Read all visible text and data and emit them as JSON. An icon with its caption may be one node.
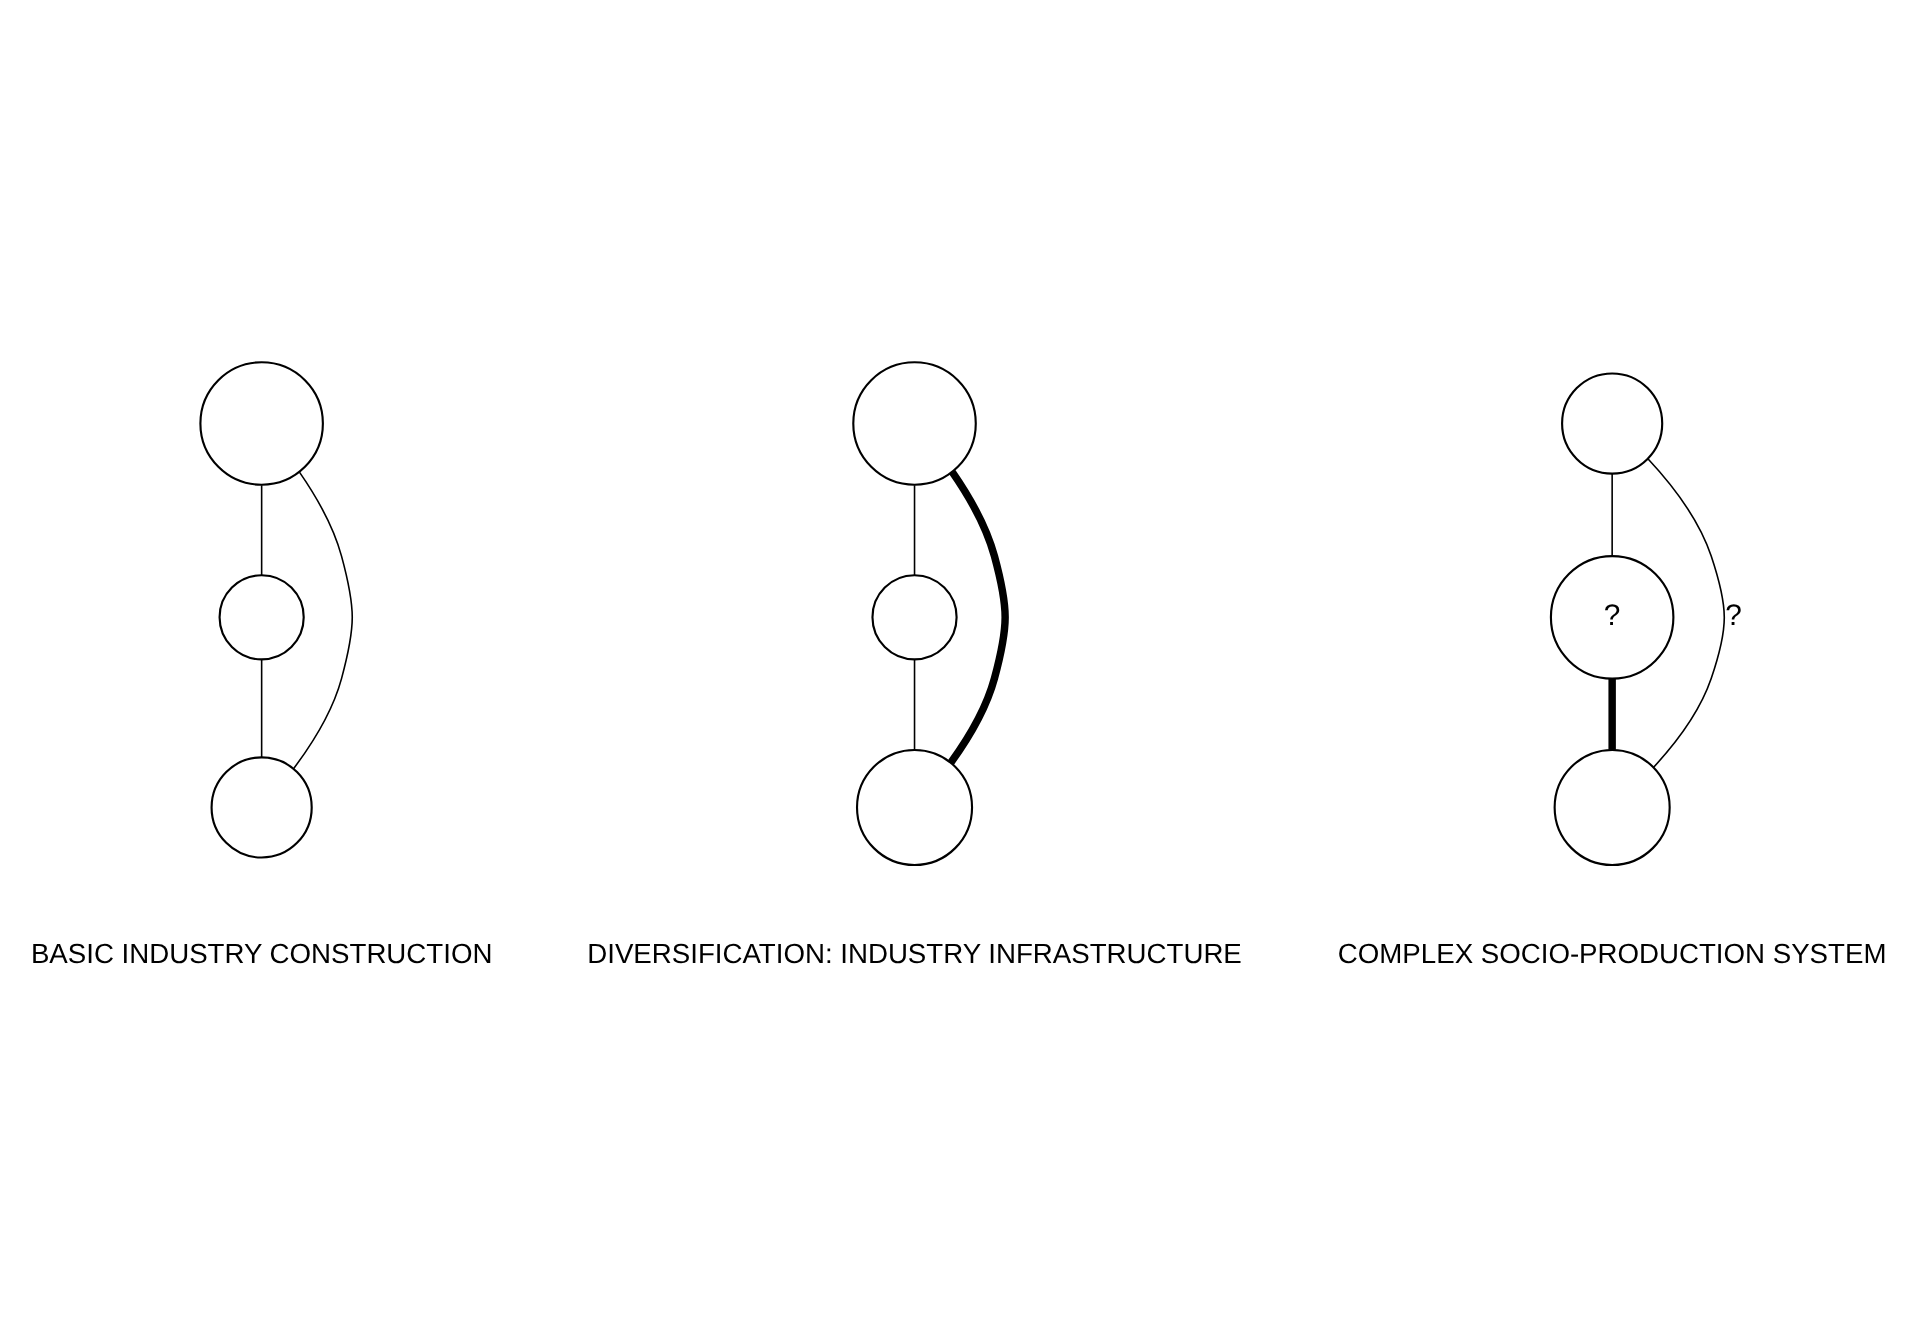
{
  "diagram": {
    "nodes": [
      {
        "text": [],
        "shape": "circle"
      },
      {
        "text": [],
        "shape": "circle"
      },
      {
        "text": [],
        "shape": "circle",
        "beside": [
          "BASIC INDUSTRY CONSTRUCTION"
        ]
      },
      {
        "text": [],
        "shape": "circle"
      },
      {
        "text": [],
        "shape": "circle"
      },
      {
        "text": [],
        "shape": "circle",
        "beside": [
          "DIVERSIFICATION: INDUSTRY INFRASTRUCTURE"
        ]
      },
      {
        "text": [],
        "shape": "circle"
      },
      {
        "text": [
          "?"
        ]
      },
      {
        "text": [],
        "shape": "circle",
        "beside": [
          "COMPLEX SOCIO-PRODUCTION SYSTEM"
        ]
      }
    ],
    "edges": [
      {
        "from": 0,
        "to": 1,
        "arrow": "none"
      },
      {
        "from": 1,
        "to": 2,
        "arrow": "none"
      },
      {
        "from": 0,
        "to": 2,
        "arrow": "none"
      },
      {
        "from": 3,
        "to": 4,
        "arrow": "none"
      },
      {
        "from": 4,
        "to": 5,
        "arrow": "none"
      },
      {
        "from": 3,
        "to": 5,
        "arrow": "none",
        "style": "thick"
      },
      {
        "from": 6,
        "to": 7,
        "arrow": "none"
      },
      {
        "from": 7,
        "to": 8,
        "arrow": "none",
        "style": "thick"
      },
      {
        "from": 6,
        "to": 8,
        "arrow": "none",
        "label": "?"
      }
    ]
  }
}
